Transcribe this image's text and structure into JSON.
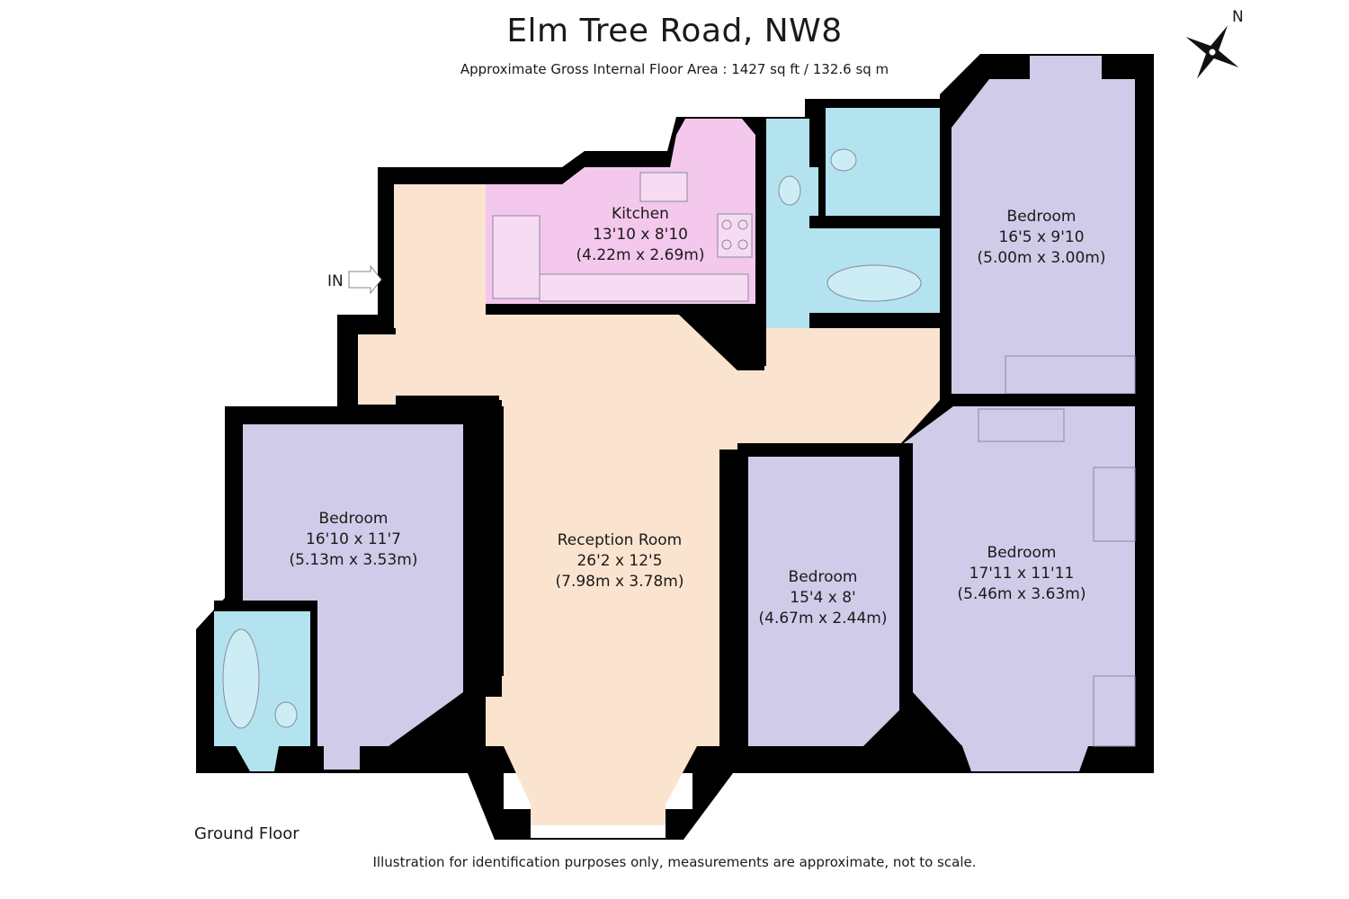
{
  "header": {
    "title": "Elm Tree Road, NW8",
    "subtitle": "Approximate Gross Internal Floor Area : 1427 sq ft / 132.6 sq m"
  },
  "compass": {
    "label": "N",
    "icon": "compass-north-icon"
  },
  "entrance": {
    "label": "IN",
    "icon": "entrance-arrow-icon"
  },
  "rooms": {
    "kitchen": {
      "name": "Kitchen",
      "imperial": "13'10 x 8'10",
      "metric": "(4.22m x 2.69m)"
    },
    "bedroom_ne": {
      "name": "Bedroom",
      "imperial": "16'5 x 9'10",
      "metric": "(5.00m x 3.00m)"
    },
    "bedroom_w": {
      "name": "Bedroom",
      "imperial": "16'10 x 11'7",
      "metric": "(5.13m x 3.53m)"
    },
    "reception": {
      "name": "Reception Room",
      "imperial": "26'2 x 12'5",
      "metric": "(7.98m x 3.78m)"
    },
    "bedroom_s": {
      "name": "Bedroom",
      "imperial": "15'4 x 8'",
      "metric": "(4.67m x 2.44m)"
    },
    "bedroom_se": {
      "name": "Bedroom",
      "imperial": "17'11 x 11'11",
      "metric": "(5.46m x 3.63m)"
    }
  },
  "colors": {
    "wall": "#000000",
    "bedroom": "#cfcbe9",
    "kitchen": "#f3c8ec",
    "bathroom": "#b3e3ef",
    "circulation": "#fbe4cf"
  },
  "footer": {
    "floor": "Ground Floor",
    "disclaimer": "Illustration for identification purposes only, measurements are approximate, not to scale."
  }
}
